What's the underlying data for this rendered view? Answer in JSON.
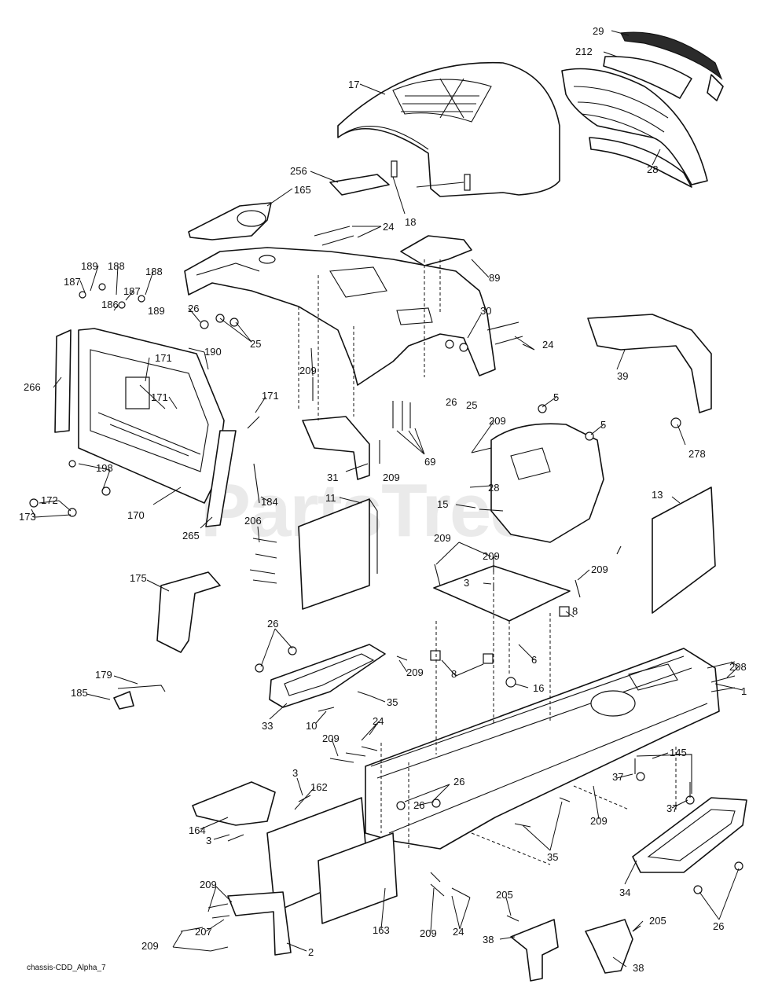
{
  "watermark": "PartsTree",
  "drawing_reference": "chassis-CDD_Alpha_7",
  "callouts": [
    "29",
    "212",
    "17",
    "28",
    "256",
    "18",
    "165",
    "24",
    "89",
    "189",
    "188",
    "187",
    "186",
    "30",
    "26",
    "25",
    "266",
    "190",
    "171",
    "209",
    "39",
    "5",
    "69",
    "31",
    "278",
    "198",
    "172",
    "173",
    "170",
    "184",
    "265",
    "11",
    "15",
    "13",
    "206",
    "175",
    "3",
    "6",
    "8",
    "16",
    "208",
    "33",
    "35",
    "10",
    "179",
    "185",
    "1",
    "145",
    "37",
    "162",
    "164",
    "34",
    "205",
    "207",
    "2",
    "163",
    "38"
  ]
}
